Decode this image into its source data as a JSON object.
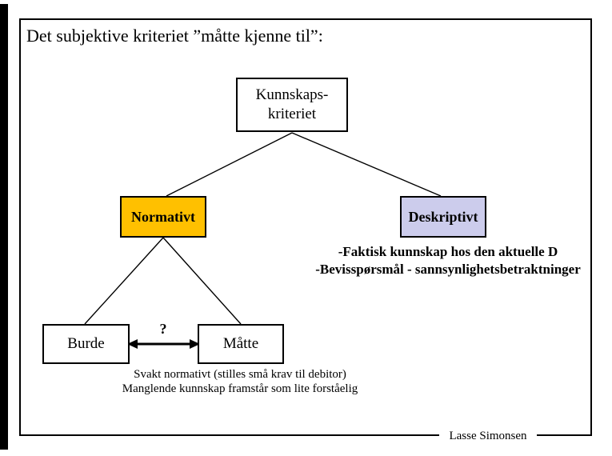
{
  "slide": {
    "title": "Det subjektive kriteriet ”måtte kjenne til”:",
    "footer_author": "Lasse Simonsen"
  },
  "colors": {
    "normativt_bg": "#FFC000",
    "deskriptivt_bg": "#CCCCEC",
    "line_color": "#000000"
  },
  "diagram": {
    "root": {
      "label": "Kunnskaps-\nkriteriet"
    },
    "normativt": {
      "label": "Normativt"
    },
    "deskriptivt": {
      "label": "Deskriptivt"
    },
    "deskriptivt_notes": [
      "-Faktisk kunnskap hos den aktuelle D",
      "-Bevisspørsmål - sannsynlighetsbetraktninger"
    ],
    "burde": {
      "label": "Burde"
    },
    "maatte": {
      "label": "Måtte"
    },
    "question_mark": "?",
    "normativt_notes": [
      "Svakt normativt (stilles små krav til debitor)",
      "Manglende kunnskap framstår som lite forståelig"
    ]
  }
}
